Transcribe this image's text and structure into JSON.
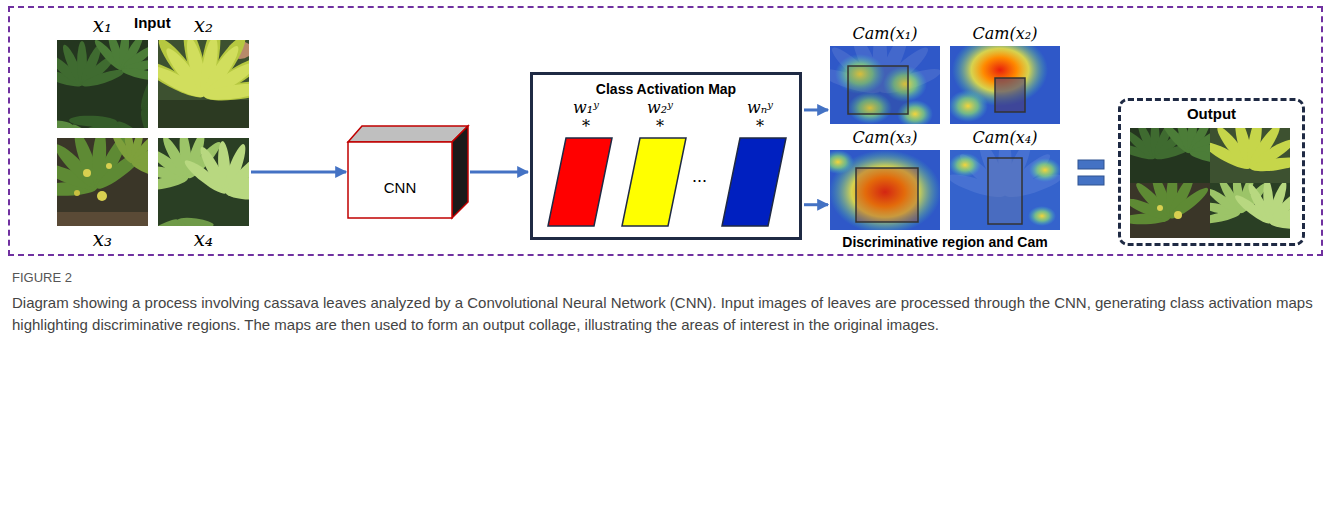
{
  "diagram": {
    "caption": "Diagram showing a process involving cassava leaves analyzed by a Convolutional Neural Network (CNN). Input images of leaves are processed through the CNN, generating class activation maps highlighting discriminative regions. The maps are then used to form an output collage, illustrating the areas of interest in the original images.",
    "nodes": [
      {
        "text": [
          "Input"
        ]
      },
      {
        "text": [
          "x₁"
        ],
        "in": 0
      },
      {
        "text": [
          "x₂"
        ],
        "in": 0
      },
      {
        "text": [
          "x₃"
        ],
        "in": 0
      },
      {
        "text": [
          "x₄"
        ],
        "in": 0
      },
      {
        "text": [
          "CNN"
        ],
        "in": 0
      },
      {
        "text": [
          "Class Activation Map"
        ],
        "in": 0
      },
      {
        "text": [
          "w₁ʸ *"
        ],
        "in": 6
      },
      {
        "text": [
          "w₂ʸ *"
        ],
        "in": 6
      },
      {
        "text": [
          "wₙʸ *"
        ],
        "in": 6
      },
      {
        "text": [
          "Cam(x₁)"
        ],
        "in": 0
      },
      {
        "text": [
          "Cam(x₂)"
        ],
        "in": 0
      },
      {
        "text": [
          "Cam(x₃)"
        ],
        "in": 0
      },
      {
        "text": [
          "Cam(x₄)"
        ],
        "in": 0
      },
      {
        "text": [
          "Output"
        ],
        "in": 0
      }
    ],
    "edges": [
      {
        "from": 4,
        "to": 5,
        "arrow": "to"
      },
      {
        "from": 5,
        "to": 6,
        "arrow": "to"
      },
      {
        "from": 6,
        "to": 10,
        "arrow": "to"
      },
      {
        "from": 6,
        "to": 12,
        "arrow": "to"
      }
    ],
    "labels": [
      "...",
      "Discriminative region and Cam",
      "FIGURE 2"
    ]
  }
}
